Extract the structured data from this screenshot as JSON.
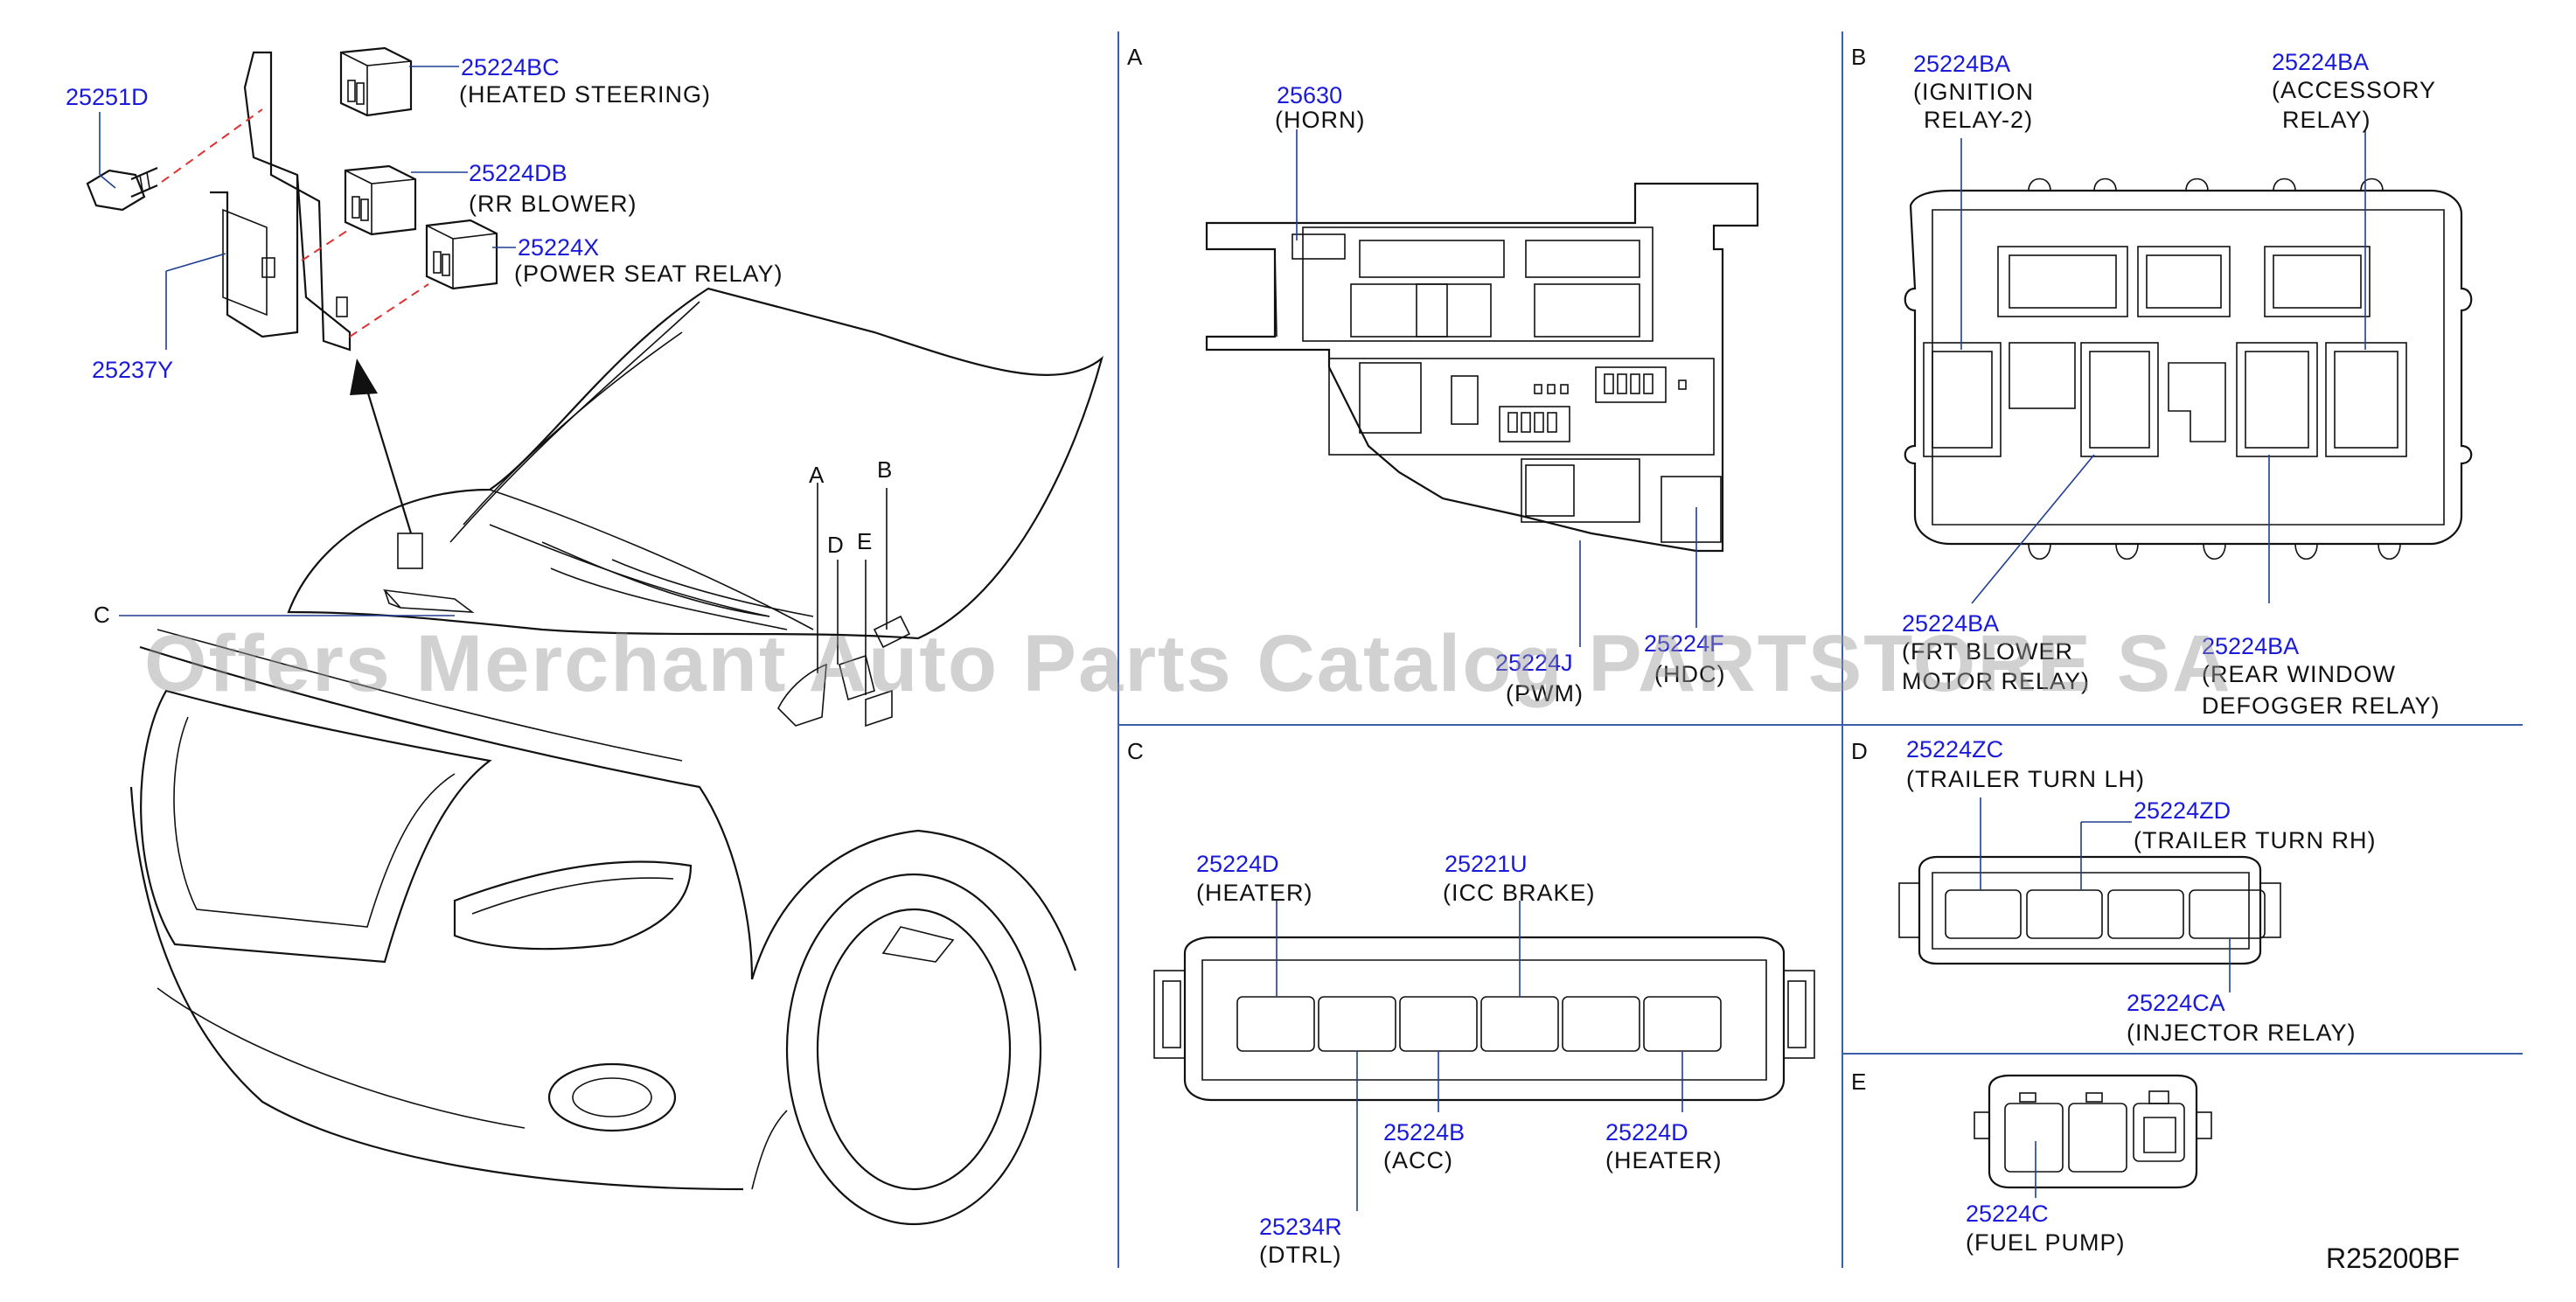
{
  "watermark": "Offers Merchant Auto Parts Catalog PARTSTORE SA",
  "reference_code": "R25200BF",
  "panel_letters": {
    "A": "A",
    "B": "B",
    "C": "C",
    "D": "D",
    "E": "E"
  },
  "overview": {
    "callout_a": "A",
    "callout_b": "B",
    "callout_c": "C",
    "callout_d": "D",
    "callout_e": "E",
    "p1_num": "25251D",
    "p2_num": "25237Y",
    "p3_num": "25224BC",
    "p3_desc": "(HEATED   STEERING)",
    "p4_num": "25224DB",
    "p4_desc": "(RR   BLOWER)",
    "p5_num": "25224X",
    "p5_desc": "(POWER   SEAT   RELAY)"
  },
  "panel_a": {
    "horn_num": "25630",
    "horn_desc": "(HORN)",
    "pwm_num": "25224J",
    "pwm_desc": "(PWM)",
    "hdc_num": "25224F",
    "hdc_desc": "(HDC)"
  },
  "panel_b": {
    "ign_num": "25224BA",
    "ign_desc1": "(IGNITION",
    "ign_desc2": "RELAY-2)",
    "acc_num": "25224BA",
    "acc_desc1": "(ACCESSORY",
    "acc_desc2": "RELAY)",
    "blower_num": "25224BA",
    "blower_desc1": "(FRT   BLOWER",
    "blower_desc2": "MOTOR   RELAY)",
    "defog_num": "25224BA",
    "defog_desc1": "(REAR   WINDOW",
    "defog_desc2": "DEFOGGER   RELAY)"
  },
  "panel_c": {
    "heater1_num": "25224D",
    "heater1_desc": "(HEATER)",
    "icc_num": "25221U",
    "icc_desc": "(ICC   BRAKE)",
    "acc_num": "25224B",
    "acc_desc": "(ACC)",
    "heater2_num": "25224D",
    "heater2_desc": "(HEATER)",
    "dtrl_num": "25234R",
    "dtrl_desc": "(DTRL)"
  },
  "panel_d": {
    "lh_num": "25224ZC",
    "lh_desc": "(TRAILER   TURN   LH)",
    "rh_num": "25224ZD",
    "rh_desc": "(TRAILER   TURN   RH)",
    "inj_num": "25224CA",
    "inj_desc": "(INJECTOR   RELAY)"
  },
  "panel_e": {
    "fuel_num": "25224C",
    "fuel_desc": "(FUEL   PUMP)"
  },
  "colors": {
    "part_number": "#1a1adb",
    "leader": "#1f3f8f",
    "divider": "#3d5fa8",
    "dashed_guide": "#e03030"
  }
}
